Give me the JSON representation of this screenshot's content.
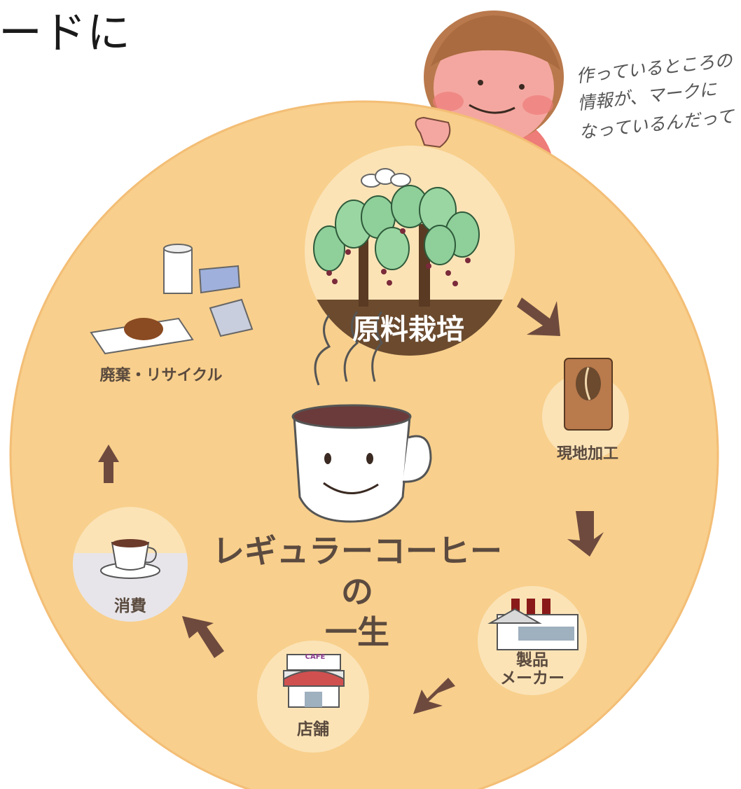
{
  "heading": "ードに",
  "note": {
    "line1": "作っているところの",
    "line2": "情報が、マークに",
    "line3": "なっているんだって"
  },
  "center_title": {
    "line1": "レギュラーコーヒーの",
    "line2": "一生"
  },
  "stages": {
    "cultivation": "原料栽培",
    "local_processing": "現地加工",
    "manufacturer_line1": "製品",
    "manufacturer_line2": "メーカー",
    "store": "店舗",
    "consumption": "消費",
    "disposal": "廃棄・リサイクル"
  },
  "cafe_sign": "CAFE",
  "colors": {
    "circle": "#f8cf8c",
    "stage_bg": "#fbe3b6",
    "arrow": "#6e4a3e",
    "text": "#5a4a3e",
    "soil": "#6b4a2e"
  }
}
